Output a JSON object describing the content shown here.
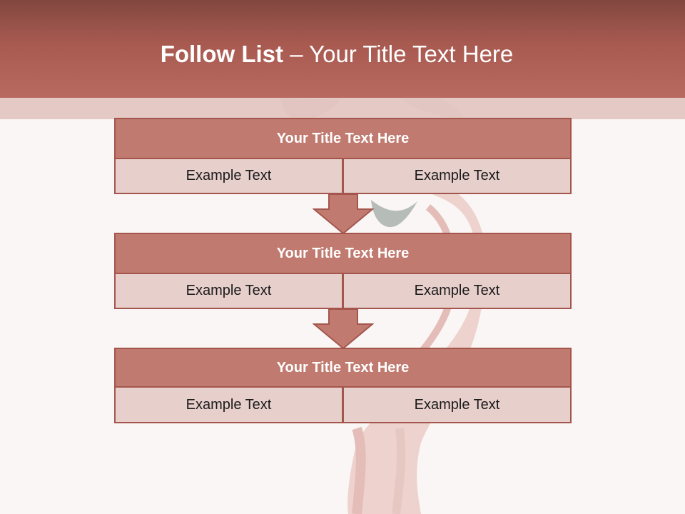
{
  "slide": {
    "title_strong": "Follow List ",
    "title_rest": " – Your Title Text Here"
  },
  "blocks": [
    {
      "title": "Your Title Text Here",
      "left": "Example Text",
      "right": "Example Text"
    },
    {
      "title": "Your Title Text Here",
      "left": "Example Text",
      "right": "Example Text"
    },
    {
      "title": "Your Title Text Here",
      "left": "Example Text",
      "right": "Example Text"
    }
  ],
  "colors": {
    "header_dark": "#82473f",
    "header_light": "#b86a60",
    "block_title": "#c07a6f",
    "block_cell": "#e7cfcc",
    "border": "#a4564d"
  }
}
